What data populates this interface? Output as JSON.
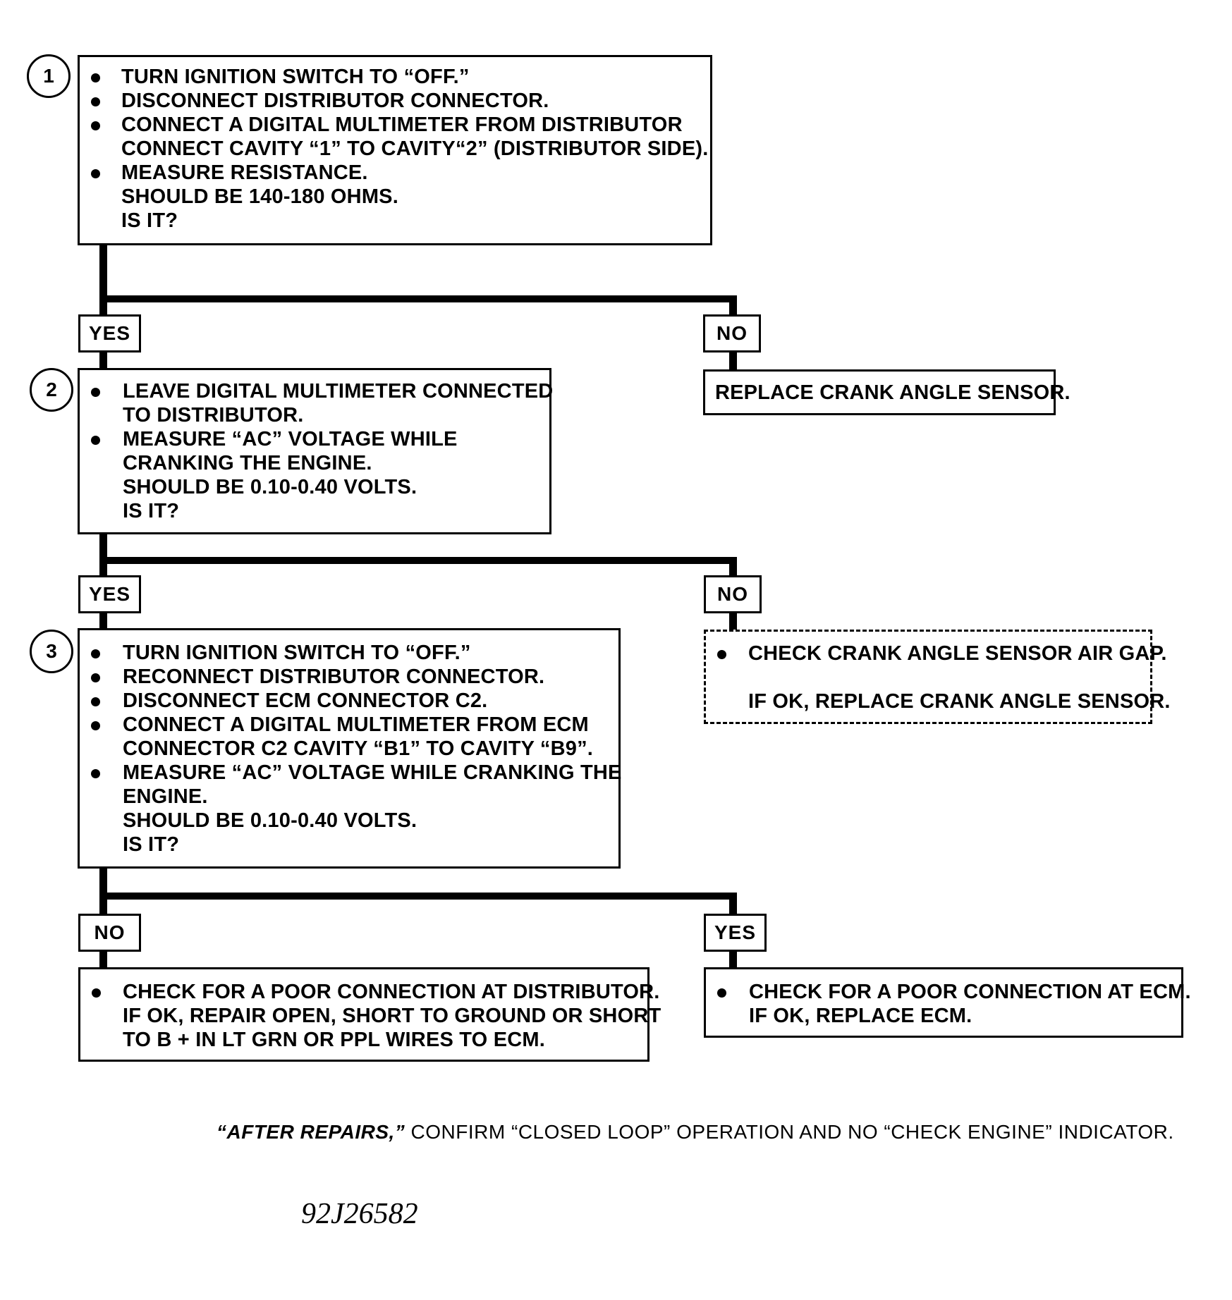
{
  "steps": [
    {
      "number": "1",
      "lines": [
        {
          "bullet": true,
          "text": "TURN IGNITION SWITCH TO “OFF.”"
        },
        {
          "bullet": true,
          "text": "DISCONNECT DISTRIBUTOR CONNECTOR."
        },
        {
          "bullet": true,
          "text": "CONNECT A DIGITAL MULTIMETER FROM DISTRIBUTOR"
        },
        {
          "bullet": false,
          "text": "CONNECT CAVITY “1” TO CAVITY“2” (DISTRIBUTOR SIDE)."
        },
        {
          "bullet": true,
          "text": "MEASURE RESISTANCE."
        },
        {
          "bullet": false,
          "text": "SHOULD BE 140-180 OHMS."
        },
        {
          "bullet": false,
          "text": "IS IT?"
        }
      ]
    },
    {
      "number": "2",
      "lines": [
        {
          "bullet": true,
          "text": "LEAVE DIGITAL MULTIMETER CONNECTED"
        },
        {
          "bullet": false,
          "text": "TO DISTRIBUTOR."
        },
        {
          "bullet": true,
          "text": "MEASURE “AC” VOLTAGE WHILE"
        },
        {
          "bullet": false,
          "text": "CRANKING THE ENGINE."
        },
        {
          "bullet": false,
          "text": "SHOULD BE 0.10-0.40 VOLTS."
        },
        {
          "bullet": false,
          "text": "IS IT?"
        }
      ]
    },
    {
      "number": "3",
      "lines": [
        {
          "bullet": true,
          "text": "TURN IGNITION SWITCH TO “OFF.”"
        },
        {
          "bullet": true,
          "text": "RECONNECT DISTRIBUTOR CONNECTOR."
        },
        {
          "bullet": true,
          "text": "DISCONNECT ECM CONNECTOR C2."
        },
        {
          "bullet": true,
          "text": "CONNECT A DIGITAL MULTIMETER FROM ECM"
        },
        {
          "bullet": false,
          "text": "CONNECTOR C2 CAVITY “B1” TO CAVITY “B9”."
        },
        {
          "bullet": true,
          "text": "MEASURE “AC” VOLTAGE WHILE CRANKING THE"
        },
        {
          "bullet": false,
          "text": "ENGINE."
        },
        {
          "bullet": false,
          "text": "SHOULD BE 0.10-0.40 VOLTS."
        },
        {
          "bullet": false,
          "text": "IS IT?"
        }
      ]
    }
  ],
  "branch1": {
    "yes_label": "YES",
    "no_label": "NO",
    "no_result": "REPLACE CRANK ANGLE SENSOR."
  },
  "branch2": {
    "yes_label": "YES",
    "no_label": "NO",
    "no_result_lines": [
      {
        "bullet": true,
        "text": "CHECK CRANK ANGLE SENSOR AIR GAP."
      },
      {
        "bullet": false,
        "text": "IF OK, REPLACE CRANK ANGLE SENSOR."
      }
    ]
  },
  "branch3": {
    "no_label": "NO",
    "yes_label": "YES",
    "no_result_lines": [
      {
        "bullet": true,
        "text": "CHECK FOR A POOR CONNECTION AT DISTRIBUTOR."
      },
      {
        "bullet": false,
        "text": "IF OK, REPAIR OPEN, SHORT TO GROUND OR SHORT"
      },
      {
        "bullet": false,
        "text": "TO B +  IN LT GRN OR PPL WIRES TO ECM."
      }
    ],
    "yes_result_lines": [
      {
        "bullet": true,
        "text": "CHECK FOR A POOR CONNECTION AT ECM."
      },
      {
        "bullet": false,
        "text": "IF OK, REPLACE ECM."
      }
    ]
  },
  "footer": {
    "italic_part": "“AFTER REPAIRS,”",
    "rest": " CONFIRM “CLOSED LOOP” OPERATION AND NO “CHECK ENGINE” INDICATOR."
  },
  "figure_code": "92J26582"
}
